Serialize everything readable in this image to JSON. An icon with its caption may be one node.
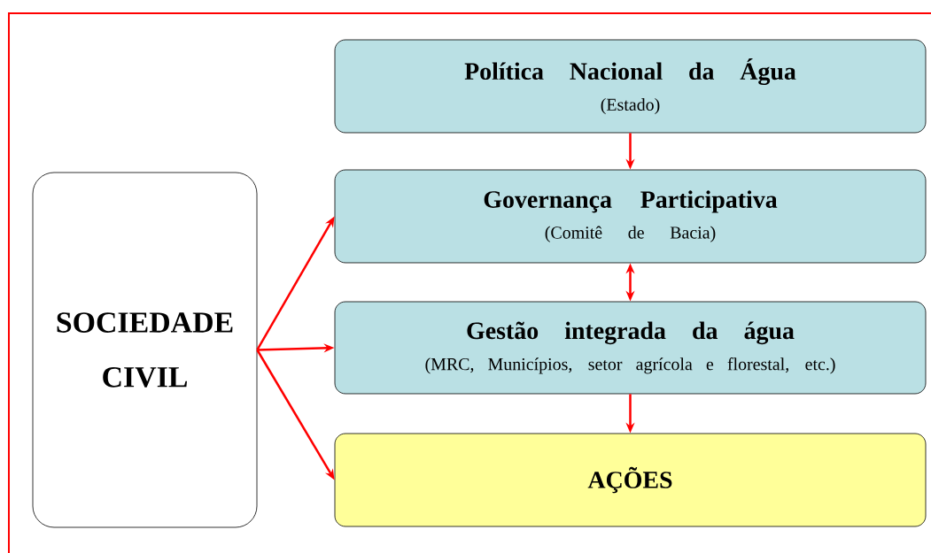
{
  "diagram": {
    "nodes": [
      {
        "text": [
          "Política Nacional da Água",
          "(Estado)"
        ]
      },
      {
        "text": [
          "Governança Participativa",
          "(Comitê de Bacia)"
        ]
      },
      {
        "text": [
          "Gestão integrada da água",
          "(MRC, Municípios, setor agrícola e florestal, etc.)"
        ]
      },
      {
        "text": [
          "AÇÕES"
        ]
      },
      {
        "text": [
          "SOCIEDADE CIVIL"
        ]
      }
    ],
    "edges": [
      {
        "from": 0,
        "to": 1,
        "arrow": "to"
      },
      {
        "from": 1,
        "to": 2,
        "arrow": "both"
      },
      {
        "from": 2,
        "to": 3,
        "arrow": "to"
      },
      {
        "from": 4,
        "to": 1,
        "arrow": "to"
      },
      {
        "from": 4,
        "to": 2,
        "arrow": "to"
      },
      {
        "from": 4,
        "to": 3,
        "arrow": "to"
      }
    ]
  }
}
